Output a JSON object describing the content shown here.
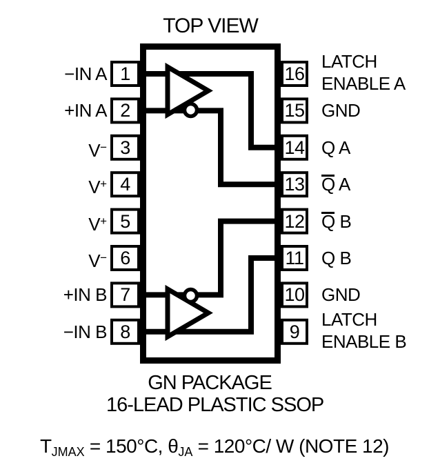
{
  "title": "TOP VIEW",
  "package": {
    "line1": "GN PACKAGE",
    "line2": "16-LEAD PLASTIC SSOP"
  },
  "thermal_note": [
    {
      "t": "T"
    },
    {
      "t": "JMAX",
      "s": "sub"
    },
    {
      "t": " = 150°C, "
    },
    {
      "t": "θ"
    },
    {
      "t": "JA",
      "s": "sub"
    },
    {
      "t": " = 120°C/ W (NOTE 12)"
    }
  ],
  "pins": {
    "left": [
      {
        "number": "1",
        "label": [
          [
            {
              "t": "−IN A"
            }
          ]
        ]
      },
      {
        "number": "2",
        "label": [
          [
            {
              "t": "+IN A"
            }
          ]
        ]
      },
      {
        "number": "3",
        "label": [
          [
            {
              "t": "V"
            },
            {
              "t": "−",
              "s": "sup"
            }
          ]
        ]
      },
      {
        "number": "4",
        "label": [
          [
            {
              "t": "V"
            },
            {
              "t": "+",
              "s": "sup"
            }
          ]
        ]
      },
      {
        "number": "5",
        "label": [
          [
            {
              "t": "V"
            },
            {
              "t": "+",
              "s": "sup"
            }
          ]
        ]
      },
      {
        "number": "6",
        "label": [
          [
            {
              "t": "V"
            },
            {
              "t": "−",
              "s": "sup"
            }
          ]
        ]
      },
      {
        "number": "7",
        "label": [
          [
            {
              "t": "+IN B"
            }
          ]
        ]
      },
      {
        "number": "8",
        "label": [
          [
            {
              "t": "−IN B"
            }
          ]
        ]
      }
    ],
    "right": [
      {
        "number": "16",
        "label": [
          [
            {
              "t": "LATCH"
            }
          ],
          [
            {
              "t": "ENABLE A"
            }
          ]
        ]
      },
      {
        "number": "15",
        "label": [
          [
            {
              "t": "GND"
            }
          ]
        ]
      },
      {
        "number": "14",
        "label": [
          [
            {
              "t": "Q A"
            }
          ]
        ]
      },
      {
        "number": "13",
        "label": [
          [
            {
              "t": "Q",
              "s": "over"
            },
            {
              "t": " A"
            }
          ]
        ]
      },
      {
        "number": "12",
        "label": [
          [
            {
              "t": "Q",
              "s": "over"
            },
            {
              "t": " B"
            }
          ]
        ]
      },
      {
        "number": "11",
        "label": [
          [
            {
              "t": "Q B"
            }
          ]
        ]
      },
      {
        "number": "10",
        "label": [
          [
            {
              "t": "GND"
            }
          ]
        ]
      },
      {
        "number": "9",
        "label": [
          [
            {
              "t": "LATCH"
            }
          ],
          [
            {
              "t": "ENABLE B"
            }
          ]
        ]
      }
    ]
  },
  "colors": {
    "ink": "#000000",
    "background": "#ffffff"
  }
}
